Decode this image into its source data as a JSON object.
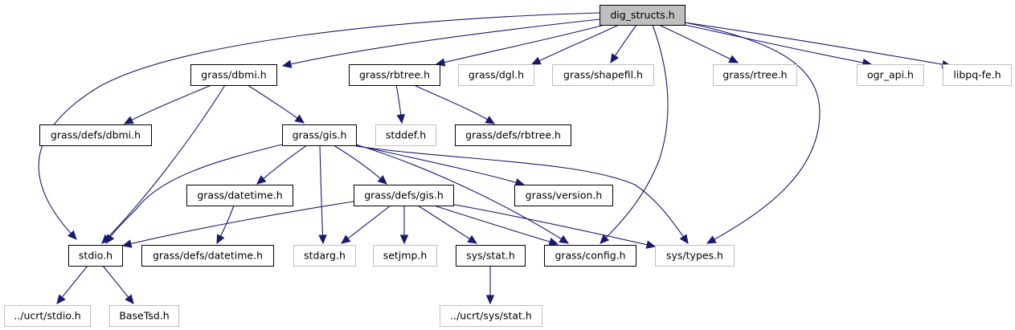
{
  "diagram": {
    "type": "include-dependency-graph",
    "root": "dig_structs.h",
    "colors": {
      "edge": "#191970",
      "root_fill": "#bfbfbf",
      "documented_border": "#000000",
      "external_border": "#bfbfbf"
    },
    "nodes": [
      {
        "id": "dig_structs",
        "label": "dig_structs.h",
        "kind": "root"
      },
      {
        "id": "dbmi",
        "label": "grass/dbmi.h",
        "kind": "documented"
      },
      {
        "id": "rbtree",
        "label": "grass/rbtree.h",
        "kind": "documented"
      },
      {
        "id": "dgl",
        "label": "grass/dgl.h",
        "kind": "external"
      },
      {
        "id": "shapefil",
        "label": "grass/shapefil.h",
        "kind": "external"
      },
      {
        "id": "rtree",
        "label": "grass/rtree.h",
        "kind": "external"
      },
      {
        "id": "ogr_api",
        "label": "ogr_api.h",
        "kind": "external"
      },
      {
        "id": "libpq",
        "label": "libpq-fe.h",
        "kind": "external"
      },
      {
        "id": "defs_dbmi",
        "label": "grass/defs/dbmi.h",
        "kind": "documented"
      },
      {
        "id": "gis",
        "label": "grass/gis.h",
        "kind": "documented"
      },
      {
        "id": "stddef",
        "label": "stddef.h",
        "kind": "external"
      },
      {
        "id": "defs_rbtree",
        "label": "grass/defs/rbtree.h",
        "kind": "documented"
      },
      {
        "id": "datetime",
        "label": "grass/datetime.h",
        "kind": "documented"
      },
      {
        "id": "defs_gis",
        "label": "grass/defs/gis.h",
        "kind": "documented"
      },
      {
        "id": "version",
        "label": "grass/version.h",
        "kind": "documented"
      },
      {
        "id": "stdio",
        "label": "stdio.h",
        "kind": "documented"
      },
      {
        "id": "defs_datetime",
        "label": "grass/defs/datetime.h",
        "kind": "documented"
      },
      {
        "id": "stdarg",
        "label": "stdarg.h",
        "kind": "external"
      },
      {
        "id": "setjmp",
        "label": "setjmp.h",
        "kind": "external"
      },
      {
        "id": "sys_stat",
        "label": "sys/stat.h",
        "kind": "documented"
      },
      {
        "id": "config",
        "label": "grass/config.h",
        "kind": "documented"
      },
      {
        "id": "sys_types",
        "label": "sys/types.h",
        "kind": "external"
      },
      {
        "id": "ucrt_stdio",
        "label": "../ucrt/stdio.h",
        "kind": "external"
      },
      {
        "id": "basetsd",
        "label": "BaseTsd.h",
        "kind": "external"
      },
      {
        "id": "ucrt_sys_stat",
        "label": "../ucrt/sys/stat.h",
        "kind": "external"
      }
    ],
    "edges": [
      {
        "from": "dig_structs",
        "to": "stdio"
      },
      {
        "from": "dig_structs",
        "to": "dbmi"
      },
      {
        "from": "dig_structs",
        "to": "rbtree"
      },
      {
        "from": "dig_structs",
        "to": "dgl"
      },
      {
        "from": "dig_structs",
        "to": "shapefil"
      },
      {
        "from": "dig_structs",
        "to": "config"
      },
      {
        "from": "dig_structs",
        "to": "rtree"
      },
      {
        "from": "dig_structs",
        "to": "sys_types"
      },
      {
        "from": "dig_structs",
        "to": "ogr_api"
      },
      {
        "from": "dig_structs",
        "to": "libpq"
      },
      {
        "from": "dbmi",
        "to": "defs_dbmi"
      },
      {
        "from": "dbmi",
        "to": "stdio"
      },
      {
        "from": "dbmi",
        "to": "gis"
      },
      {
        "from": "rbtree",
        "to": "stddef"
      },
      {
        "from": "rbtree",
        "to": "defs_rbtree"
      },
      {
        "from": "gis",
        "to": "stdio"
      },
      {
        "from": "gis",
        "to": "datetime"
      },
      {
        "from": "gis",
        "to": "stdarg"
      },
      {
        "from": "gis",
        "to": "defs_gis"
      },
      {
        "from": "gis",
        "to": "config"
      },
      {
        "from": "gis",
        "to": "version"
      },
      {
        "from": "gis",
        "to": "sys_types"
      },
      {
        "from": "datetime",
        "to": "defs_datetime"
      },
      {
        "from": "defs_gis",
        "to": "stdio"
      },
      {
        "from": "defs_gis",
        "to": "stdarg"
      },
      {
        "from": "defs_gis",
        "to": "setjmp"
      },
      {
        "from": "defs_gis",
        "to": "sys_stat"
      },
      {
        "from": "defs_gis",
        "to": "config"
      },
      {
        "from": "defs_gis",
        "to": "sys_types"
      },
      {
        "from": "stdio",
        "to": "ucrt_stdio"
      },
      {
        "from": "stdio",
        "to": "basetsd"
      },
      {
        "from": "sys_stat",
        "to": "ucrt_sys_stat"
      }
    ]
  }
}
